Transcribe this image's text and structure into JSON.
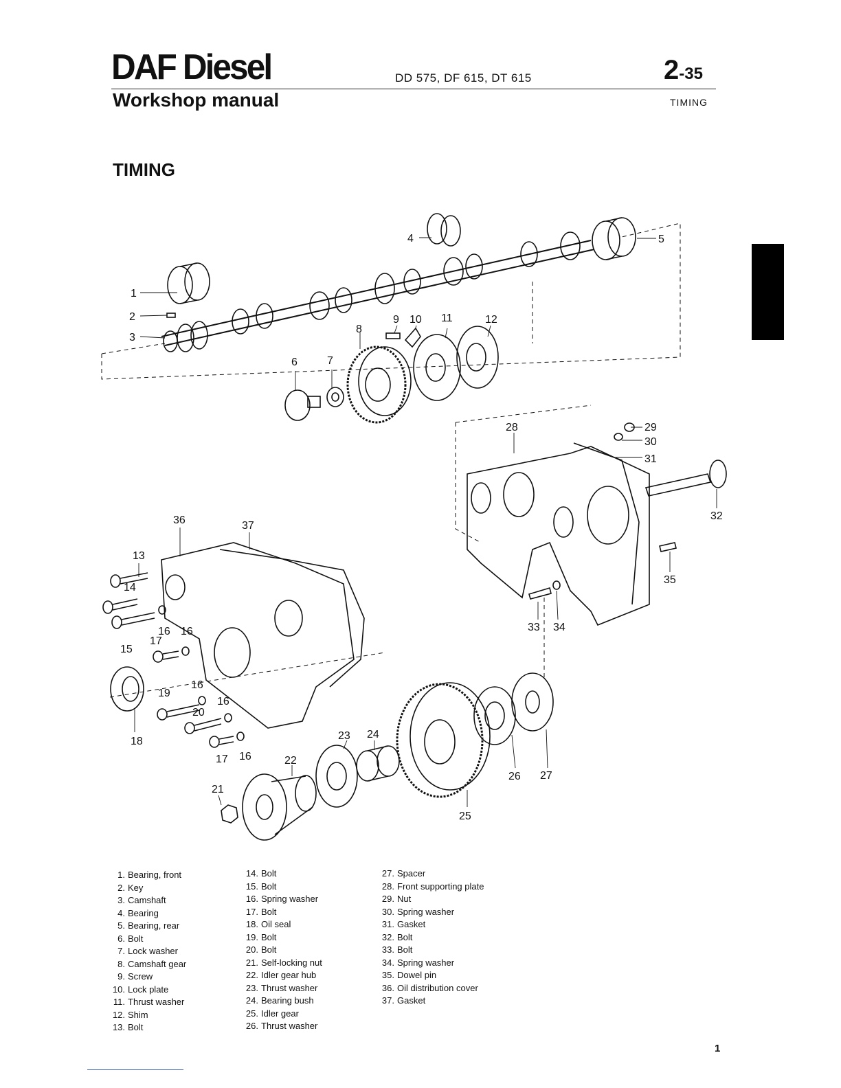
{
  "header": {
    "brand": "DAF Diesel",
    "subtitle": "Workshop manual",
    "models": "DD 575, DF 615, DT 615",
    "page_main": "2",
    "page_sub": "-35",
    "section": "TIMING"
  },
  "title": "TIMING",
  "legend": {
    "col1": [
      {
        "n": "1.",
        "t": "Bearing, front"
      },
      {
        "n": "2.",
        "t": "Key"
      },
      {
        "n": "3.",
        "t": "Camshaft"
      },
      {
        "n": "4.",
        "t": "Bearing"
      },
      {
        "n": "5.",
        "t": "Bearing, rear"
      },
      {
        "n": "6.",
        "t": "Bolt"
      },
      {
        "n": "7.",
        "t": "Lock washer"
      },
      {
        "n": "8.",
        "t": "Camshaft gear"
      },
      {
        "n": "9.",
        "t": "Screw"
      },
      {
        "n": "10.",
        "t": "Lock plate"
      },
      {
        "n": "11.",
        "t": "Thrust washer"
      },
      {
        "n": "12.",
        "t": "Shim"
      },
      {
        "n": "13.",
        "t": "Bolt"
      }
    ],
    "col2": [
      {
        "n": "14.",
        "t": "Bolt"
      },
      {
        "n": "15.",
        "t": "Bolt"
      },
      {
        "n": "16.",
        "t": "Spring washer"
      },
      {
        "n": "17.",
        "t": "Bolt"
      },
      {
        "n": "18.",
        "t": "Oil seal"
      },
      {
        "n": "19.",
        "t": "Bolt"
      },
      {
        "n": "20.",
        "t": "Bolt"
      },
      {
        "n": "21.",
        "t": "Self-locking nut"
      },
      {
        "n": "22.",
        "t": "Idler gear hub"
      },
      {
        "n": "23.",
        "t": "Thrust washer"
      },
      {
        "n": "24.",
        "t": "Bearing bush"
      },
      {
        "n": "25.",
        "t": "Idler gear"
      },
      {
        "n": "26.",
        "t": "Thrust washer"
      }
    ],
    "col3": [
      {
        "n": "27.",
        "t": "Spacer"
      },
      {
        "n": "28.",
        "t": "Front supporting plate"
      },
      {
        "n": "29.",
        "t": "Nut"
      },
      {
        "n": "30.",
        "t": "Spring washer"
      },
      {
        "n": "31.",
        "t": "Gasket"
      },
      {
        "n": "32.",
        "t": "Bolt"
      },
      {
        "n": "33.",
        "t": "Bolt"
      },
      {
        "n": "34.",
        "t": "Spring washer"
      },
      {
        "n": "35.",
        "t": "Dowel pin"
      },
      {
        "n": "36.",
        "t": "Oil distribution cover"
      },
      {
        "n": "37.",
        "t": "Gasket"
      }
    ]
  },
  "callouts": [
    "1",
    "2",
    "3",
    "4",
    "5",
    "6",
    "7",
    "8",
    "9",
    "10",
    "11",
    "12",
    "13",
    "14",
    "15",
    "16",
    "16",
    "16",
    "16",
    "16",
    "17",
    "17",
    "18",
    "19",
    "20",
    "21",
    "22",
    "23",
    "24",
    "25",
    "26",
    "27",
    "28",
    "29",
    "30",
    "31",
    "32",
    "33",
    "34",
    "35",
    "36",
    "37"
  ],
  "footer": {
    "page": "1"
  }
}
